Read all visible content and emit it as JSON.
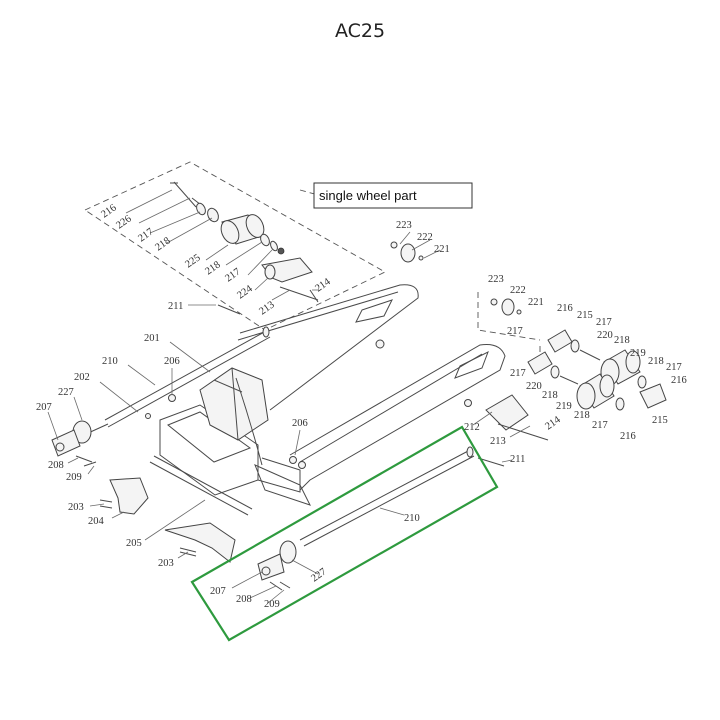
{
  "title": "AC25",
  "callout": "single wheel part",
  "highlight_color": "#2e9a3e",
  "labels": {
    "l216a": "216",
    "l226": "226",
    "l217a": "217",
    "l218a": "218",
    "l225": "225",
    "l218b": "218",
    "l217b": "217",
    "l224": "224",
    "l213a": "213",
    "l214a": "214",
    "l223a": "223",
    "l222a": "222",
    "l221a": "221",
    "l223b": "223",
    "l222b": "222",
    "l221b": "221",
    "l211a": "211",
    "l201": "201",
    "l210a": "210",
    "l206a": "206",
    "l202": "202",
    "l227a": "227",
    "l207a": "207",
    "l208a": "208",
    "l209a": "209",
    "l206b": "206",
    "l203a": "203",
    "l204": "204",
    "l205": "205",
    "l203b": "203",
    "l216b": "216",
    "l215a": "215",
    "l217c": "217",
    "l220a": "220",
    "l218c": "218",
    "l217d": "217",
    "l219a": "219",
    "l218d": "218",
    "l217e": "217",
    "l216c": "216",
    "l220b": "220",
    "l218e": "218",
    "l219b": "219",
    "l218f": "218",
    "l217f": "217",
    "l216d": "216",
    "l215b": "215",
    "l214b": "214",
    "l212": "212",
    "l213b": "213",
    "l211b": "211",
    "l210b": "210",
    "l227b": "227",
    "l207b": "207",
    "l208b": "208",
    "l209b": "209"
  }
}
